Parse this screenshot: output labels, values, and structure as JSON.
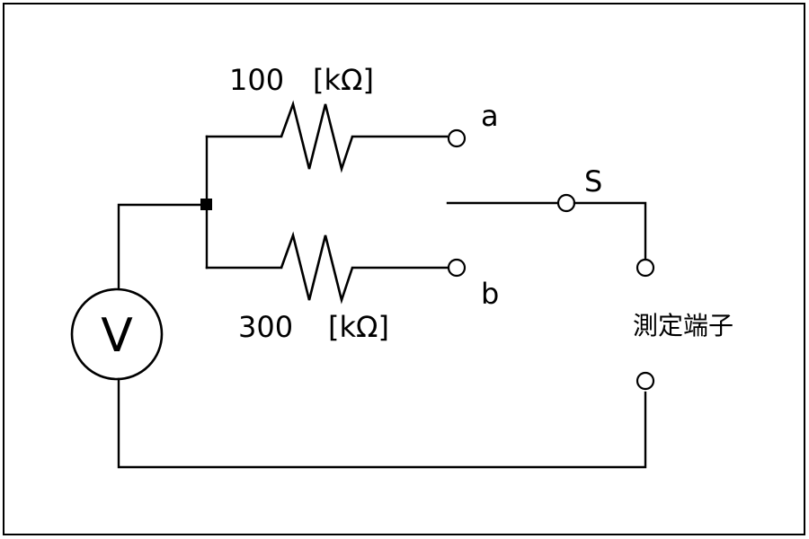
{
  "resistor_top": {
    "value": "100",
    "unit": "[kΩ]"
  },
  "resistor_bottom": {
    "value": "300",
    "unit": "[kΩ]"
  },
  "terminal_a_label": "a",
  "terminal_b_label": "b",
  "switch_label": "S",
  "voltmeter_symbol": "V",
  "measurement_terminals_label": "測定端子"
}
